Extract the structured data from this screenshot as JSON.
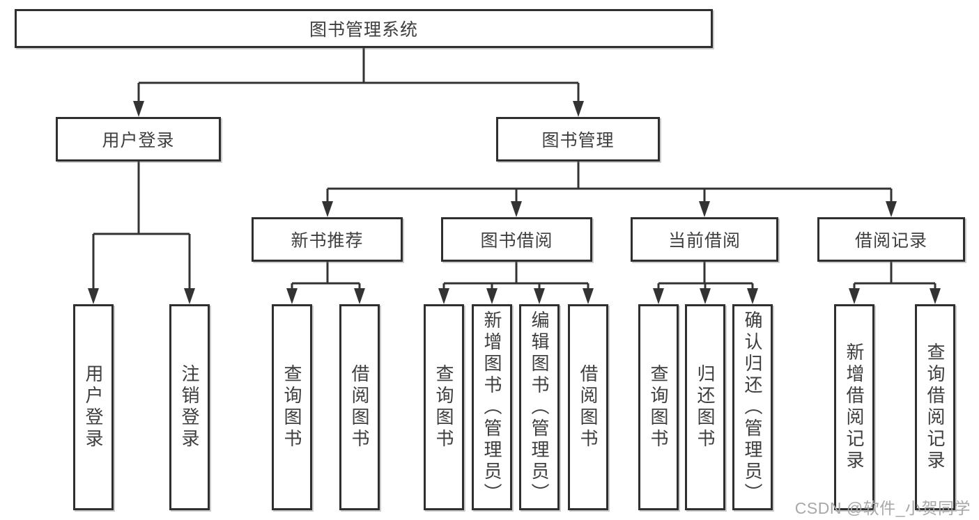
{
  "colors": {
    "line": "#333333",
    "box_border": "#2f2f2f",
    "text": "#3e3e3e",
    "watermark": "#a8a8a8",
    "background": "#ffffff"
  },
  "watermark": {
    "text": "CSDN @软件_小贺同学"
  },
  "tree": {
    "label": "图书管理系统",
    "children": [
      {
        "label": "用户登录",
        "children": [
          {
            "label": "用户登录"
          },
          {
            "label": "注销登录"
          }
        ]
      },
      {
        "label": "图书管理",
        "children": [
          {
            "label": "新书推荐",
            "children": [
              {
                "label": "查询图书"
              },
              {
                "label": "借阅图书"
              }
            ]
          },
          {
            "label": "图书借阅",
            "children": [
              {
                "label": "查询图书"
              },
              {
                "label": "新增图书（管理员）"
              },
              {
                "label": "编辑图书（管理员）"
              },
              {
                "label": "借阅图书"
              }
            ]
          },
          {
            "label": "当前借阅",
            "children": [
              {
                "label": "查询图书"
              },
              {
                "label": "归还图书"
              },
              {
                "label": "确认归还（管理员）"
              }
            ]
          },
          {
            "label": "借阅记录",
            "children": [
              {
                "label": "新增借阅记录"
              },
              {
                "label": "查询借阅记录"
              }
            ]
          }
        ]
      }
    ]
  }
}
